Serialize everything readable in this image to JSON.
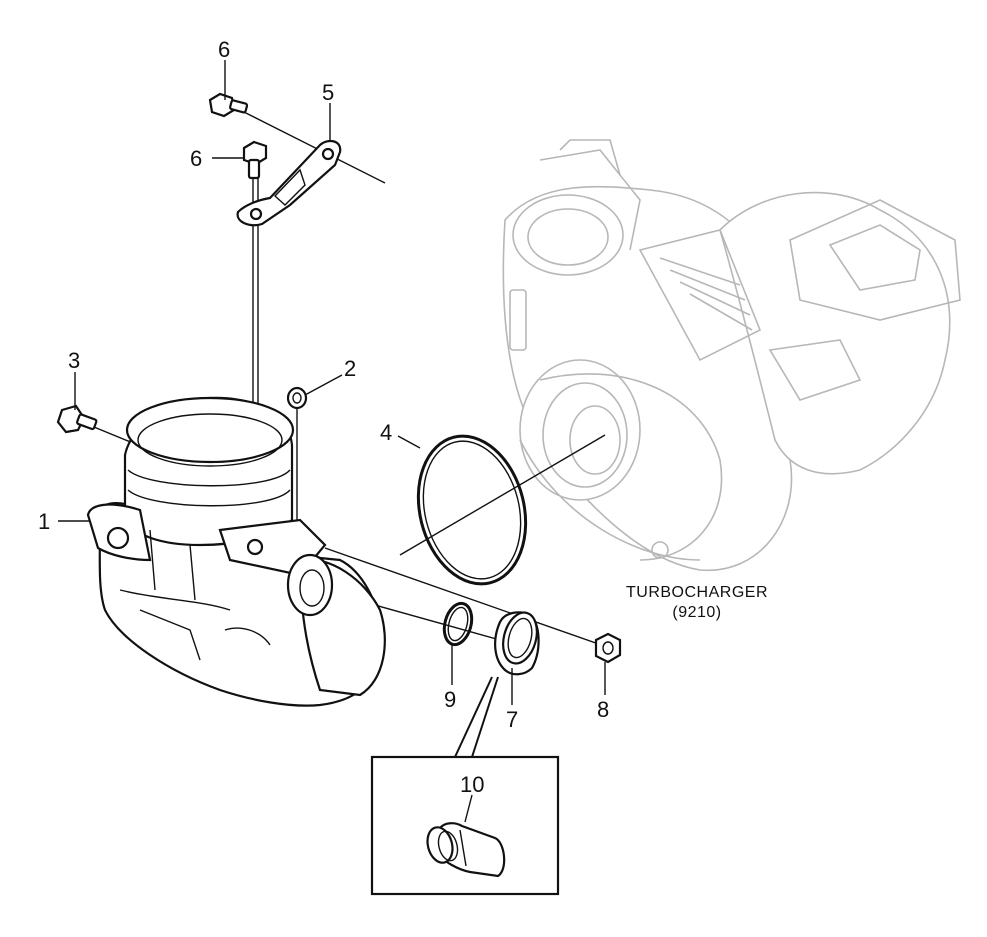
{
  "callouts": {
    "c1": "1",
    "c2": "2",
    "c3": "3",
    "c4": "4",
    "c5": "5",
    "c6a": "6",
    "c6b": "6",
    "c7": "7",
    "c8": "8",
    "c9": "9",
    "c10": "10"
  },
  "caption": {
    "line1": "TURBOCHARGER",
    "line2": "(9210)"
  }
}
